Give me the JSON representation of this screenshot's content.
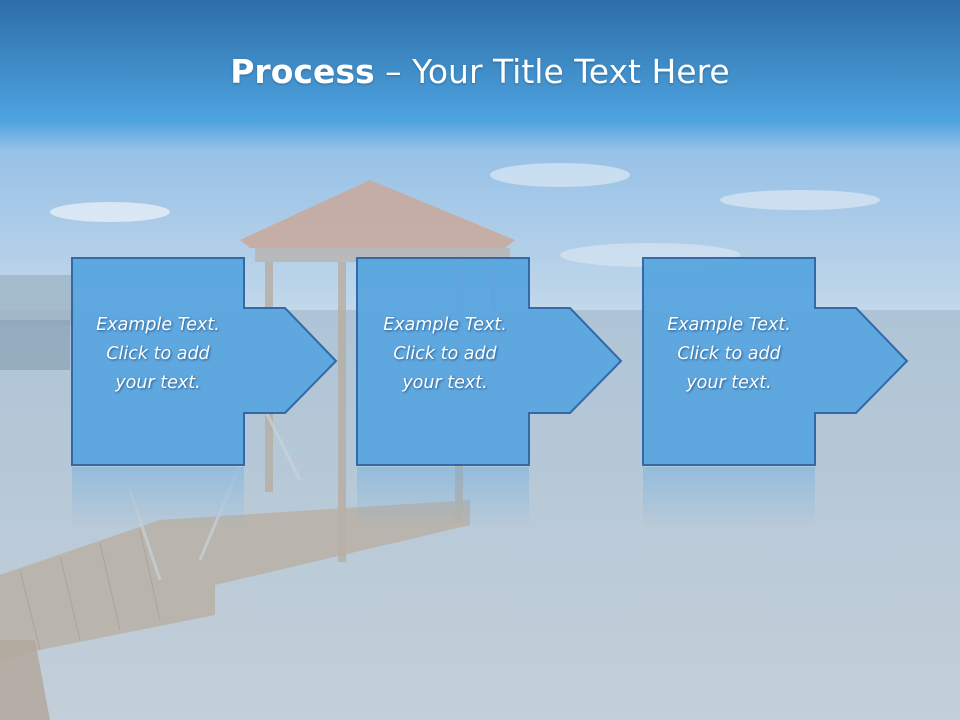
{
  "slide": {
    "title_bold": "Process",
    "title_separator": " – ",
    "title_rest": "Your Title Text Here"
  },
  "steps": [
    {
      "line1": "Example Text.",
      "line2": "Click  to add",
      "line3": "your text."
    },
    {
      "line1": "Example Text.",
      "line2": "Click  to add",
      "line3": "your text."
    },
    {
      "line1": "Example Text.",
      "line2": "Click  to add",
      "line3": "your text."
    }
  ],
  "colors": {
    "title_bar_top": "#2d6ea8",
    "title_bar_bottom": "#4da3e0",
    "step_fill": "#5aa6e0",
    "step_stroke": "#2c65a6",
    "sky": "#a9c9e6",
    "water": "#b7c9d8"
  }
}
